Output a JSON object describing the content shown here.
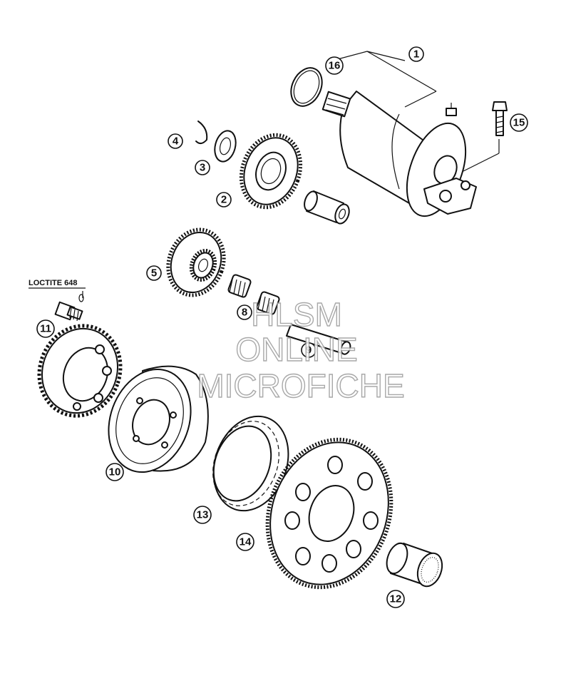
{
  "diagram": {
    "note": "LOCTITE 648",
    "watermark": [
      "HLSM",
      "ONLINE",
      "MICROFICHE"
    ],
    "callouts": [
      "1",
      "2",
      "3",
      "4",
      "5",
      "8",
      "9",
      "10",
      "11",
      "12",
      "13",
      "14",
      "15",
      "16"
    ]
  }
}
